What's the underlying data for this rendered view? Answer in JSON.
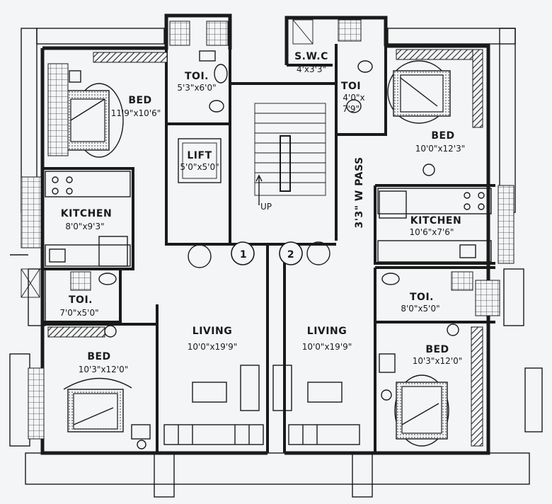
{
  "plan": {
    "rooms": {
      "bed_tl": {
        "name": "BED",
        "dim": "11'9\"x10'6\""
      },
      "toi_tl": {
        "name": "TOI.",
        "dim": "5'3\"x6'0\""
      },
      "kitchen_l": {
        "name": "KITCHEN",
        "dim": "8'0\"x9'3\""
      },
      "toi_ml": {
        "name": "TOI.",
        "dim": "7'0\"x5'0\""
      },
      "bed_bl": {
        "name": "BED",
        "dim": "10'3\"x12'0\""
      },
      "lift": {
        "name": "LIFT",
        "dim": "5'0\"x5'0\""
      },
      "up": {
        "name": "UP"
      },
      "living_1": {
        "name": "LIVING",
        "dim": "10'0\"x19'9\""
      },
      "living_2": {
        "name": "LIVING",
        "dim": "10'0\"x19'9\""
      },
      "swc": {
        "name": "S.W.C",
        "dim": "4'x3'3\""
      },
      "toi_tr": {
        "name": "TOI",
        "dim1": "4'0\"x",
        "dim2": "7'9\""
      },
      "bed_tr": {
        "name": "BED",
        "dim": "10'0\"x12'3\""
      },
      "pass": {
        "name": "3'3\" W PASS"
      },
      "kitchen_r": {
        "name": "KITCHEN",
        "dim": "10'6\"x7'6\""
      },
      "toi_mr": {
        "name": "TOI.",
        "dim": "8'0\"x5'0\""
      },
      "bed_br": {
        "name": "BED",
        "dim": "10'3\"x12'0\""
      }
    },
    "unit_markers": {
      "unit_1": "1",
      "unit_2": "2"
    }
  }
}
